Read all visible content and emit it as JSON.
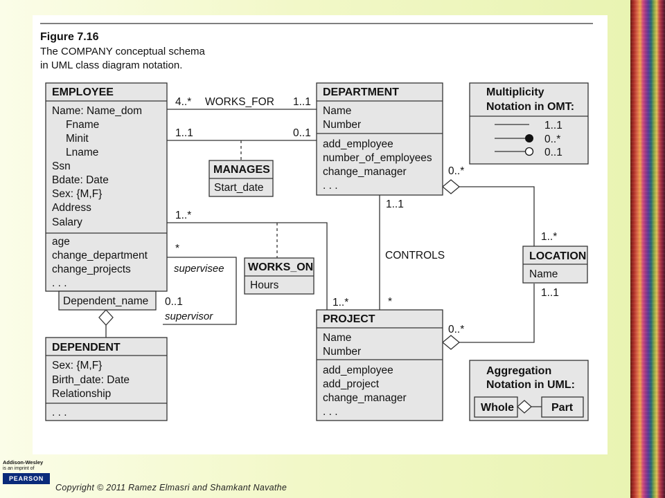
{
  "figure": {
    "title": "Figure 7.16",
    "caption_line1": "The COMPANY conceptual schema",
    "caption_line2": "in UML class diagram notation."
  },
  "classes": {
    "employee": {
      "name": "EMPLOYEE",
      "attributes": [
        "Name: Name_dom",
        "Fname",
        "Minit",
        "Lname",
        "Ssn",
        "Bdate: Date",
        "Sex: {M,F}",
        "Address",
        "Salary"
      ],
      "operations": [
        "age",
        "change_department",
        "change_projects",
        ". . ."
      ]
    },
    "department": {
      "name": "DEPARTMENT",
      "attributes": [
        "Name",
        "Number"
      ],
      "operations": [
        "add_employee",
        "number_of_employees",
        "change_manager",
        ". . ."
      ]
    },
    "project": {
      "name": "PROJECT",
      "attributes": [
        "Name",
        "Number"
      ],
      "operations": [
        "add_employee",
        "add_project",
        "change_manager",
        ". . ."
      ]
    },
    "dependent": {
      "name": "DEPENDENT",
      "attributes": [
        "Sex: {M,F}",
        "Birth_date: Date",
        "Relationship"
      ],
      "operations": [
        ". . ."
      ]
    },
    "location": {
      "name": "LOCATION",
      "attributes": [
        "Name"
      ]
    }
  },
  "association_classes": {
    "manages": {
      "name": "MANAGES",
      "attribute": "Start_date"
    },
    "works_on": {
      "name": "WORKS_ON",
      "attribute": "Hours"
    }
  },
  "qualifier": "Dependent_name",
  "associations": {
    "works_for": {
      "label": "WORKS_FOR",
      "mult_employee": "4..*",
      "mult_department": "1..1"
    },
    "manages": {
      "mult_employee": "1..1",
      "mult_department": "0..1"
    },
    "works_on": {
      "mult_employee": "1..*",
      "mult_project": "1..*"
    },
    "supervision": {
      "mult_supervisee": "*",
      "role_supervisee": "supervisee",
      "mult_supervisor": "0..1",
      "role_supervisor": "supervisor"
    },
    "controls": {
      "label": "CONTROLS",
      "mult_department": "1..1",
      "mult_project": "*"
    },
    "dept_location": {
      "mult_department": "0..*",
      "mult_location": "1..*"
    },
    "project_location": {
      "mult_project": "0..*",
      "mult_location": "1..1"
    }
  },
  "legend_omt": {
    "title_line1": "Multiplicity",
    "title_line2": "Notation in OMT:",
    "items": [
      "1..1",
      "0..*",
      "0..1"
    ]
  },
  "legend_aggregation": {
    "title_line1": "Aggregation",
    "title_line2": "Notation in UML:",
    "whole": "Whole",
    "part": "Part"
  },
  "footer": {
    "copyright": "Copyright © 2011 Ramez Elmasri and Shamkant Navathe",
    "publisher_line1": "Addison-Wesley",
    "publisher_line2": "is an imprint of",
    "publisher_logo": "PEARSON"
  }
}
